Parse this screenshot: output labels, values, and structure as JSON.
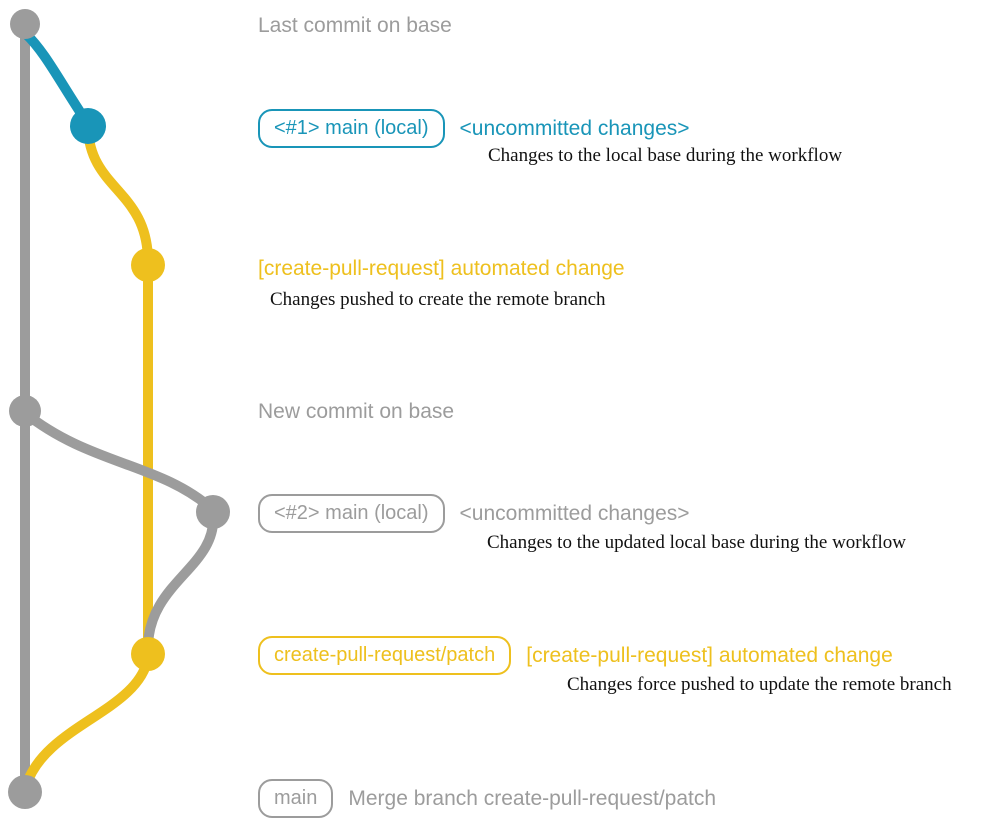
{
  "colors": {
    "gray": "#9C9C9C",
    "blue": "#1995B8",
    "yellow": "#EEC01E",
    "note": "#111111",
    "background": "#FFFFFF"
  },
  "graph": {
    "branches": [
      {
        "name": "base",
        "color": "#9C9C9C"
      },
      {
        "name": "main (local)",
        "color": "#1995B8"
      },
      {
        "name": "create-pull-request/patch",
        "color": "#EEC01E"
      }
    ],
    "commits": [
      {
        "id": "last-commit-on-base",
        "branch": "base",
        "color": "#9C9C9C"
      },
      {
        "id": "commit-1-main-local",
        "branch": "main (local)",
        "color": "#1995B8"
      },
      {
        "id": "automated-change-1",
        "branch": "create-pull-request/patch",
        "color": "#EEC01E"
      },
      {
        "id": "new-commit-on-base",
        "branch": "base",
        "color": "#9C9C9C"
      },
      {
        "id": "commit-2-main-local",
        "branch": "main (local)",
        "color": "#9C9C9C"
      },
      {
        "id": "automated-change-2",
        "branch": "create-pull-request/patch",
        "color": "#EEC01E"
      },
      {
        "id": "merge-commit",
        "branch": "base",
        "color": "#9C9C9C"
      }
    ]
  },
  "rows": {
    "last_commit": {
      "title": "Last commit on base"
    },
    "commit1": {
      "pill": "<#1> main (local)",
      "heading": "<uncommitted changes>",
      "note": "Changes to the local base during the workflow"
    },
    "auto1": {
      "heading": "[create-pull-request] automated change",
      "note": "Changes pushed to create the remote branch"
    },
    "new_commit": {
      "title": "New commit on base"
    },
    "commit2": {
      "pill": "<#2> main (local)",
      "heading": "<uncommitted changes>",
      "note": "Changes to the updated local base during the workflow"
    },
    "patch": {
      "pill": "create-pull-request/patch",
      "heading": "[create-pull-request] automated change",
      "note": "Changes force pushed to update the remote branch"
    },
    "merge": {
      "pill": "main",
      "heading": "Merge branch create-pull-request/patch"
    }
  }
}
